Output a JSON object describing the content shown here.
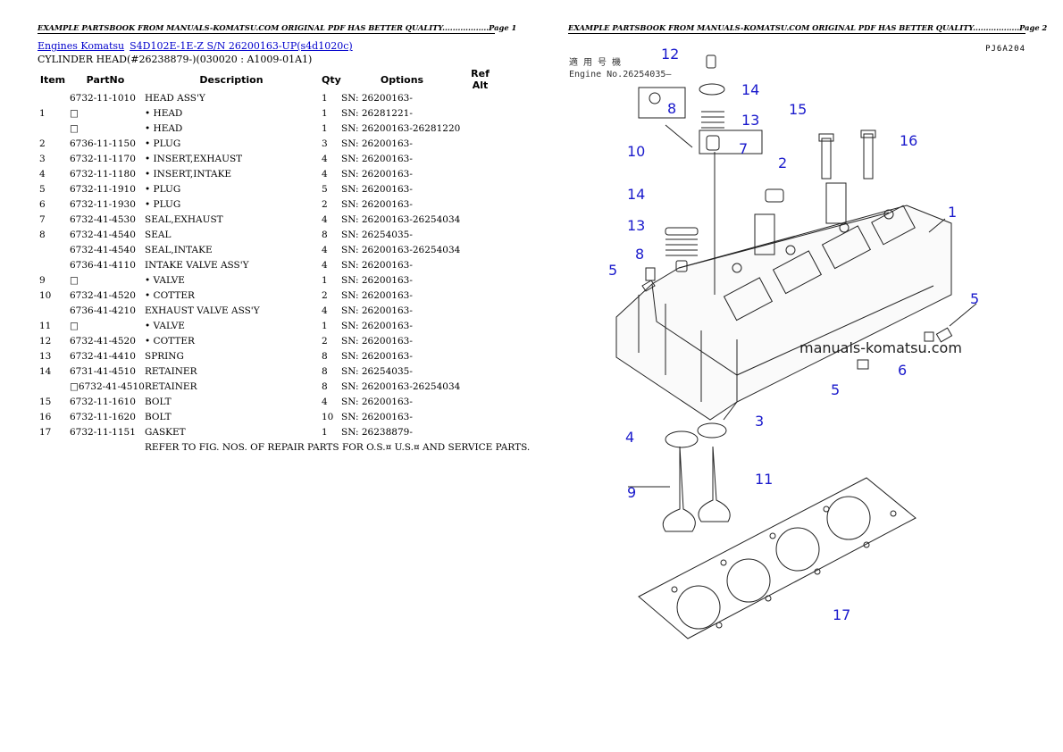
{
  "page1": {
    "header": "EXAMPLE PARTSBOOK FROM MANUALS-KOMATSU.COM ORIGINAL PDF HAS BETTER QUALITY..................Page 1",
    "breadcrumb": [
      "Engines Komatsu",
      "S4D102E-1E-Z S/N 26200163-UP(s4d1020c)"
    ],
    "subtitle": "CYLINDER HEAD(#26238879-)(030020 : A1009-01A1)",
    "columns": [
      "Item",
      "PartNo",
      "Description",
      "Qty",
      "Options",
      "Ref Alt"
    ],
    "rows": [
      [
        "",
        "6732-11-1010",
        "HEAD ASS'Y",
        "1",
        "SN: 26200163-",
        ""
      ],
      [
        "1",
        "□",
        "• HEAD",
        "1",
        "SN: 26281221-",
        ""
      ],
      [
        "",
        "□",
        "• HEAD",
        "1",
        "SN: 26200163-26281220",
        ""
      ],
      [
        "2",
        "6736-11-1150",
        "• PLUG",
        "3",
        "SN: 26200163-",
        ""
      ],
      [
        "3",
        "6732-11-1170",
        "• INSERT,EXHAUST",
        "4",
        "SN: 26200163-",
        ""
      ],
      [
        "4",
        "6732-11-1180",
        "• INSERT,INTAKE",
        "4",
        "SN: 26200163-",
        ""
      ],
      [
        "5",
        "6732-11-1910",
        "• PLUG",
        "5",
        "SN: 26200163-",
        ""
      ],
      [
        "6",
        "6732-11-1930",
        "• PLUG",
        "2",
        "SN: 26200163-",
        ""
      ],
      [
        "7",
        "6732-41-4530",
        "SEAL,EXHAUST",
        "4",
        "SN: 26200163-26254034",
        ""
      ],
      [
        "8",
        "6732-41-4540",
        "SEAL",
        "8",
        "SN: 26254035-",
        ""
      ],
      [
        "",
        "6732-41-4540",
        "SEAL,INTAKE",
        "4",
        "SN: 26200163-26254034",
        ""
      ],
      [
        "",
        "6736-41-4110",
        "INTAKE VALVE ASS'Y",
        "4",
        "SN: 26200163-",
        ""
      ],
      [
        "9",
        "□",
        "• VALVE",
        "1",
        "SN: 26200163-",
        ""
      ],
      [
        "10",
        "6732-41-4520",
        "• COTTER",
        "2",
        "SN: 26200163-",
        ""
      ],
      [
        "",
        "6736-41-4210",
        "EXHAUST VALVE ASS'Y",
        "4",
        "SN: 26200163-",
        ""
      ],
      [
        "11",
        "□",
        "• VALVE",
        "1",
        "SN: 26200163-",
        ""
      ],
      [
        "12",
        "6732-41-4520",
        "• COTTER",
        "2",
        "SN: 26200163-",
        ""
      ],
      [
        "13",
        "6732-41-4410",
        "SPRING",
        "8",
        "SN: 26200163-",
        ""
      ],
      [
        "14",
        "6731-41-4510",
        "RETAINER",
        "8",
        "SN: 26254035-",
        ""
      ],
      [
        "",
        "□6732-41-4510",
        "RETAINER",
        "8",
        "SN: 26200163-26254034",
        ""
      ],
      [
        "15",
        "6732-11-1610",
        "BOLT",
        "4",
        "SN: 26200163-",
        ""
      ],
      [
        "16",
        "6732-11-1620",
        "BOLT",
        "10",
        "SN: 26200163-",
        ""
      ],
      [
        "17",
        "6732-11-1151",
        "GASKET",
        "1",
        "SN: 26238879-",
        ""
      ]
    ],
    "note": "REFER TO FIG. NOS. OF REPAIR PARTS FOR O.S.¤ U.S.¤ AND SERVICE PARTS."
  },
  "page2": {
    "header": "EXAMPLE PARTSBOOK FROM MANUALS-KOMATSU.COM ORIGINAL PDF HAS BETTER QUALITY..................Page 2",
    "figure_code": "PJ6A204",
    "applicability": [
      "適 用 号 機",
      "Engine No.26254035—"
    ],
    "watermark": "manuals-komatsu.com",
    "callouts": [
      "12",
      "14",
      "8",
      "13",
      "10",
      "7",
      "15",
      "16",
      "2",
      "14",
      "13",
      "1",
      "8",
      "5",
      "5",
      "6",
      "5",
      "3",
      "4",
      "11",
      "9",
      "17"
    ]
  }
}
